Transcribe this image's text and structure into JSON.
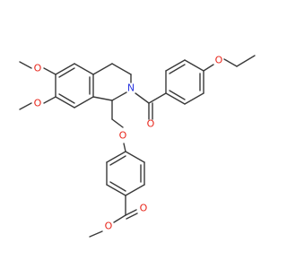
{
  "molecule": {
    "atoms": {
      "o_methoxy_top": "O",
      "o_methoxy_bottom": "O",
      "n_ring": "N",
      "o_ketone": "O",
      "o_ethoxy": "O",
      "o_ether": "O",
      "o_ester_carbonyl": "O",
      "o_ester": "O"
    },
    "colors": {
      "bond": "#3a3a3a",
      "oxygen": "#e8261b",
      "nitrogen": "#2a36e0"
    }
  }
}
